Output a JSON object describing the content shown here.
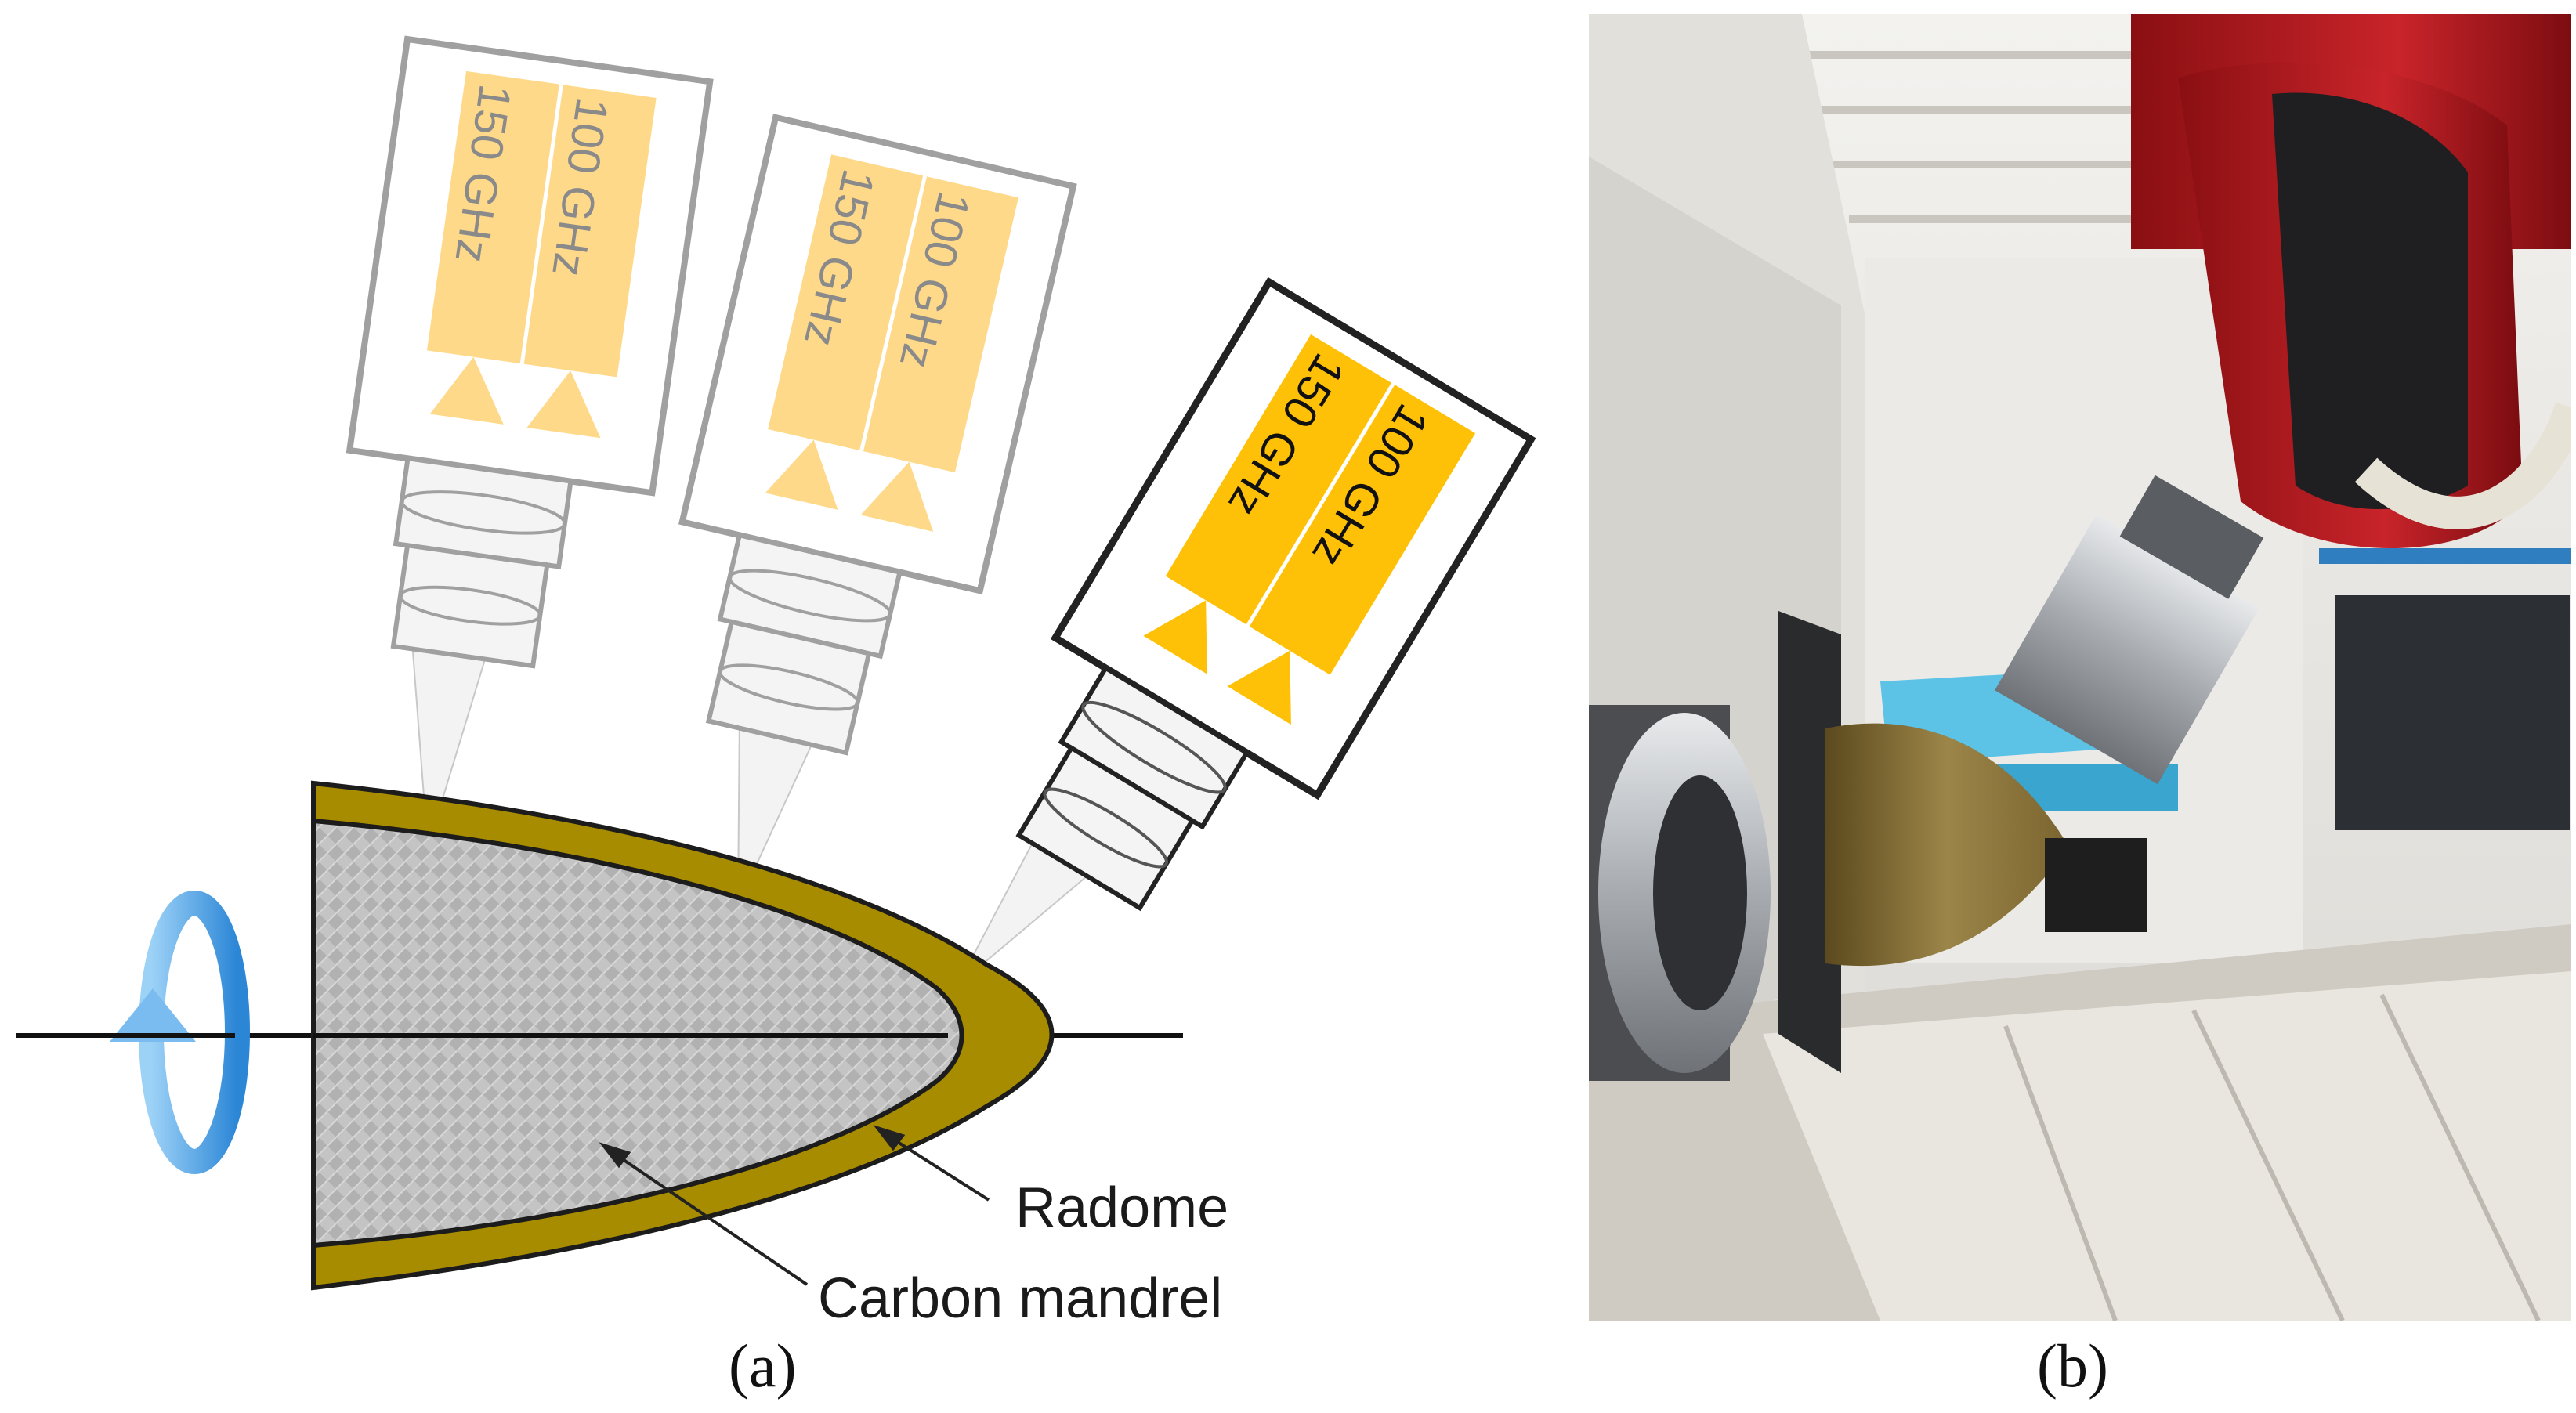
{
  "panel_a": {
    "caption": "(a)",
    "probes": [
      {
        "freq_1": "100 GHz",
        "freq_2": "150 GHz",
        "state": "inactive"
      },
      {
        "freq_1": "100 GHz",
        "freq_2": "150 GHz",
        "state": "inactive"
      },
      {
        "freq_1": "100 GHz",
        "freq_2": "150 GHz",
        "state": "active"
      }
    ],
    "radome_label": "Radome",
    "mandrel_label": "Carbon mandrel",
    "rotation_icon": "rotation-arrow-icon",
    "colors": {
      "radome": "#a88c00",
      "mandrel": "#b9b9b9",
      "probe_active_fill": "#ffc107",
      "probe_inactive_fill": "#ffd98a",
      "probe_inactive_outline": "#a0a0a0",
      "probe_active_outline": "#222222",
      "rotation_arrow": "#4da3e3"
    }
  },
  "panel_b": {
    "caption": "(b)",
    "photo_icon": "photograph-robot-arm-radome-measurement"
  }
}
